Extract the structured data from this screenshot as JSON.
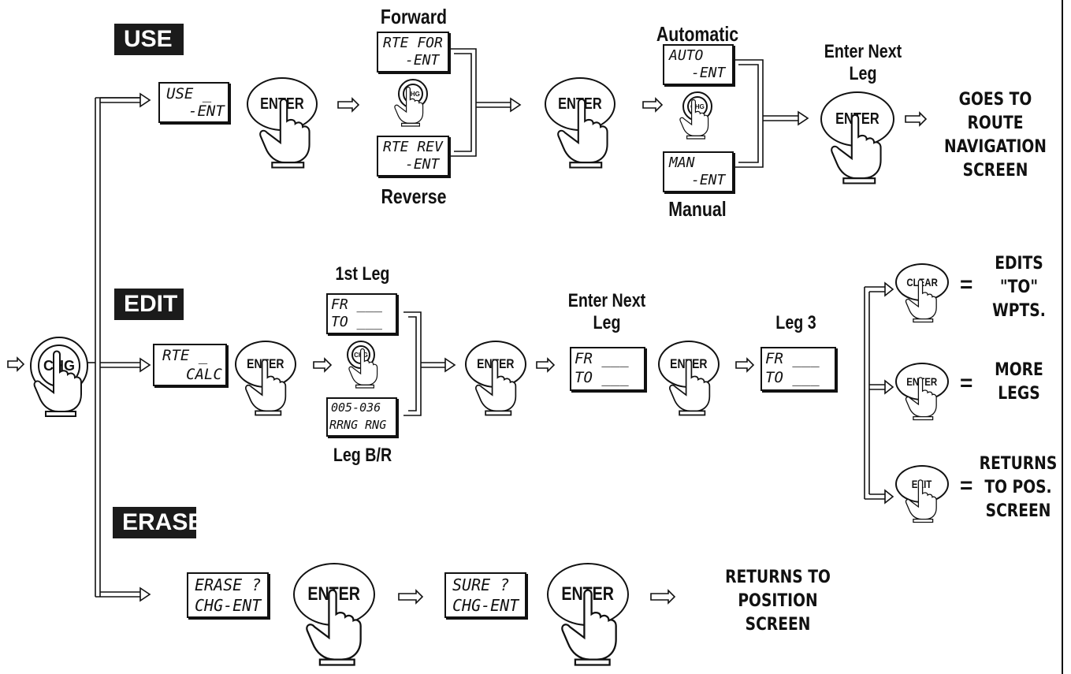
{
  "headers": {
    "use": "USE",
    "edit": "EDIT",
    "erase": "ERASE"
  },
  "chg_label": "CHG",
  "enter_label": "ENTER",
  "clear_label": "CLEAR",
  "exit_label": "EXIT",
  "use": {
    "display": [
      "USE _",
      "-ENT"
    ],
    "forward_label": "Forward",
    "forward_display": [
      "RTE FOR",
      "-ENT"
    ],
    "reverse_label": "Reverse",
    "reverse_display": [
      "RTE REV",
      "-ENT"
    ],
    "automatic_label": "Automatic",
    "auto_display": [
      "AUTO",
      "-ENT"
    ],
    "manual_label": "Manual",
    "manual_display": [
      "MAN",
      "-ENT"
    ],
    "enter_next_leg": "Enter Next Leg",
    "result": "GOES TO ROUTE NAVIGATION SCREEN"
  },
  "edit": {
    "display": [
      "RTE _",
      "CALC"
    ],
    "first_leg_label": "1st Leg",
    "first_leg_display": [
      "FR ___",
      "TO ___"
    ],
    "leg_br_label": "Leg B/R",
    "leg_br_display": [
      "005-036",
      "RRNG RNG"
    ],
    "enter_next_leg": "Enter Next Leg",
    "next_leg_display": [
      "FR ___",
      "TO ___"
    ],
    "leg3_label": "Leg 3",
    "leg3_display": [
      "FR ___",
      "TO ___"
    ],
    "eq": "=",
    "clear_result": "EDITS \"TO\" WPTS.",
    "enter_result": "MORE LEGS",
    "exit_result": "RETURNS TO POS. SCREEN"
  },
  "erase": {
    "display": [
      "ERASE ?",
      "CHG-ENT"
    ],
    "sure_display": [
      "SURE ?",
      "CHG-ENT"
    ],
    "result": "RETURNS TO POSITION SCREEN"
  }
}
